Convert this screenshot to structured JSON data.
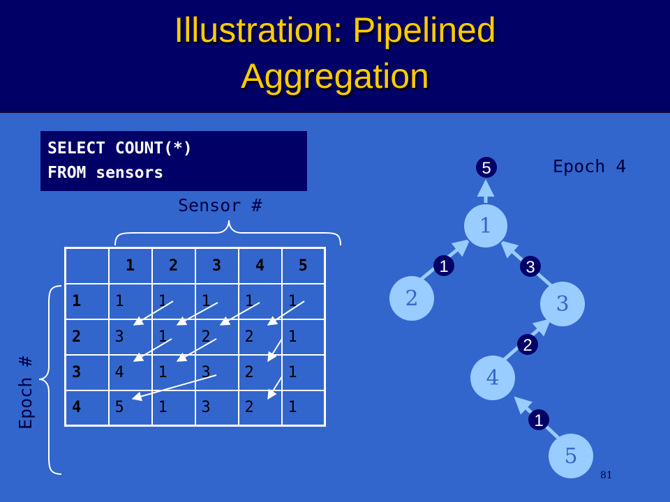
{
  "slide": {
    "title_line1": "Illustration: Pipelined",
    "title_line2": "Aggregation",
    "page_number": "81"
  },
  "query": {
    "line1": "SELECT COUNT(*)",
    "line2": "FROM sensors"
  },
  "table": {
    "column_axis_label": "Sensor #",
    "row_axis_label": "Epoch #",
    "columns": [
      "1",
      "2",
      "3",
      "4",
      "5"
    ],
    "rows": [
      {
        "epoch": "1",
        "values": [
          "1",
          "1",
          "1",
          "1",
          "1"
        ]
      },
      {
        "epoch": "2",
        "values": [
          "3",
          "1",
          "2",
          "2",
          "1"
        ]
      },
      {
        "epoch": "3",
        "values": [
          "4",
          "1",
          "3",
          "2",
          "1"
        ]
      },
      {
        "epoch": "4",
        "values": [
          "5",
          "1",
          "3",
          "2",
          "1"
        ]
      }
    ]
  },
  "tree": {
    "epoch_label": "Epoch 4",
    "nodes": [
      "1",
      "2",
      "3",
      "4",
      "5"
    ],
    "root_output": "5",
    "edge_counts": {
      "2_to_1": "1",
      "3_to_1": "3",
      "4_to_3": "2",
      "5_to_4": "1"
    }
  },
  "colors": {
    "background": "#3366cc",
    "title_bar": "#000066",
    "title_text": "#ffcc00",
    "node_fill": "#99ccff",
    "count_badge": "#000066"
  }
}
